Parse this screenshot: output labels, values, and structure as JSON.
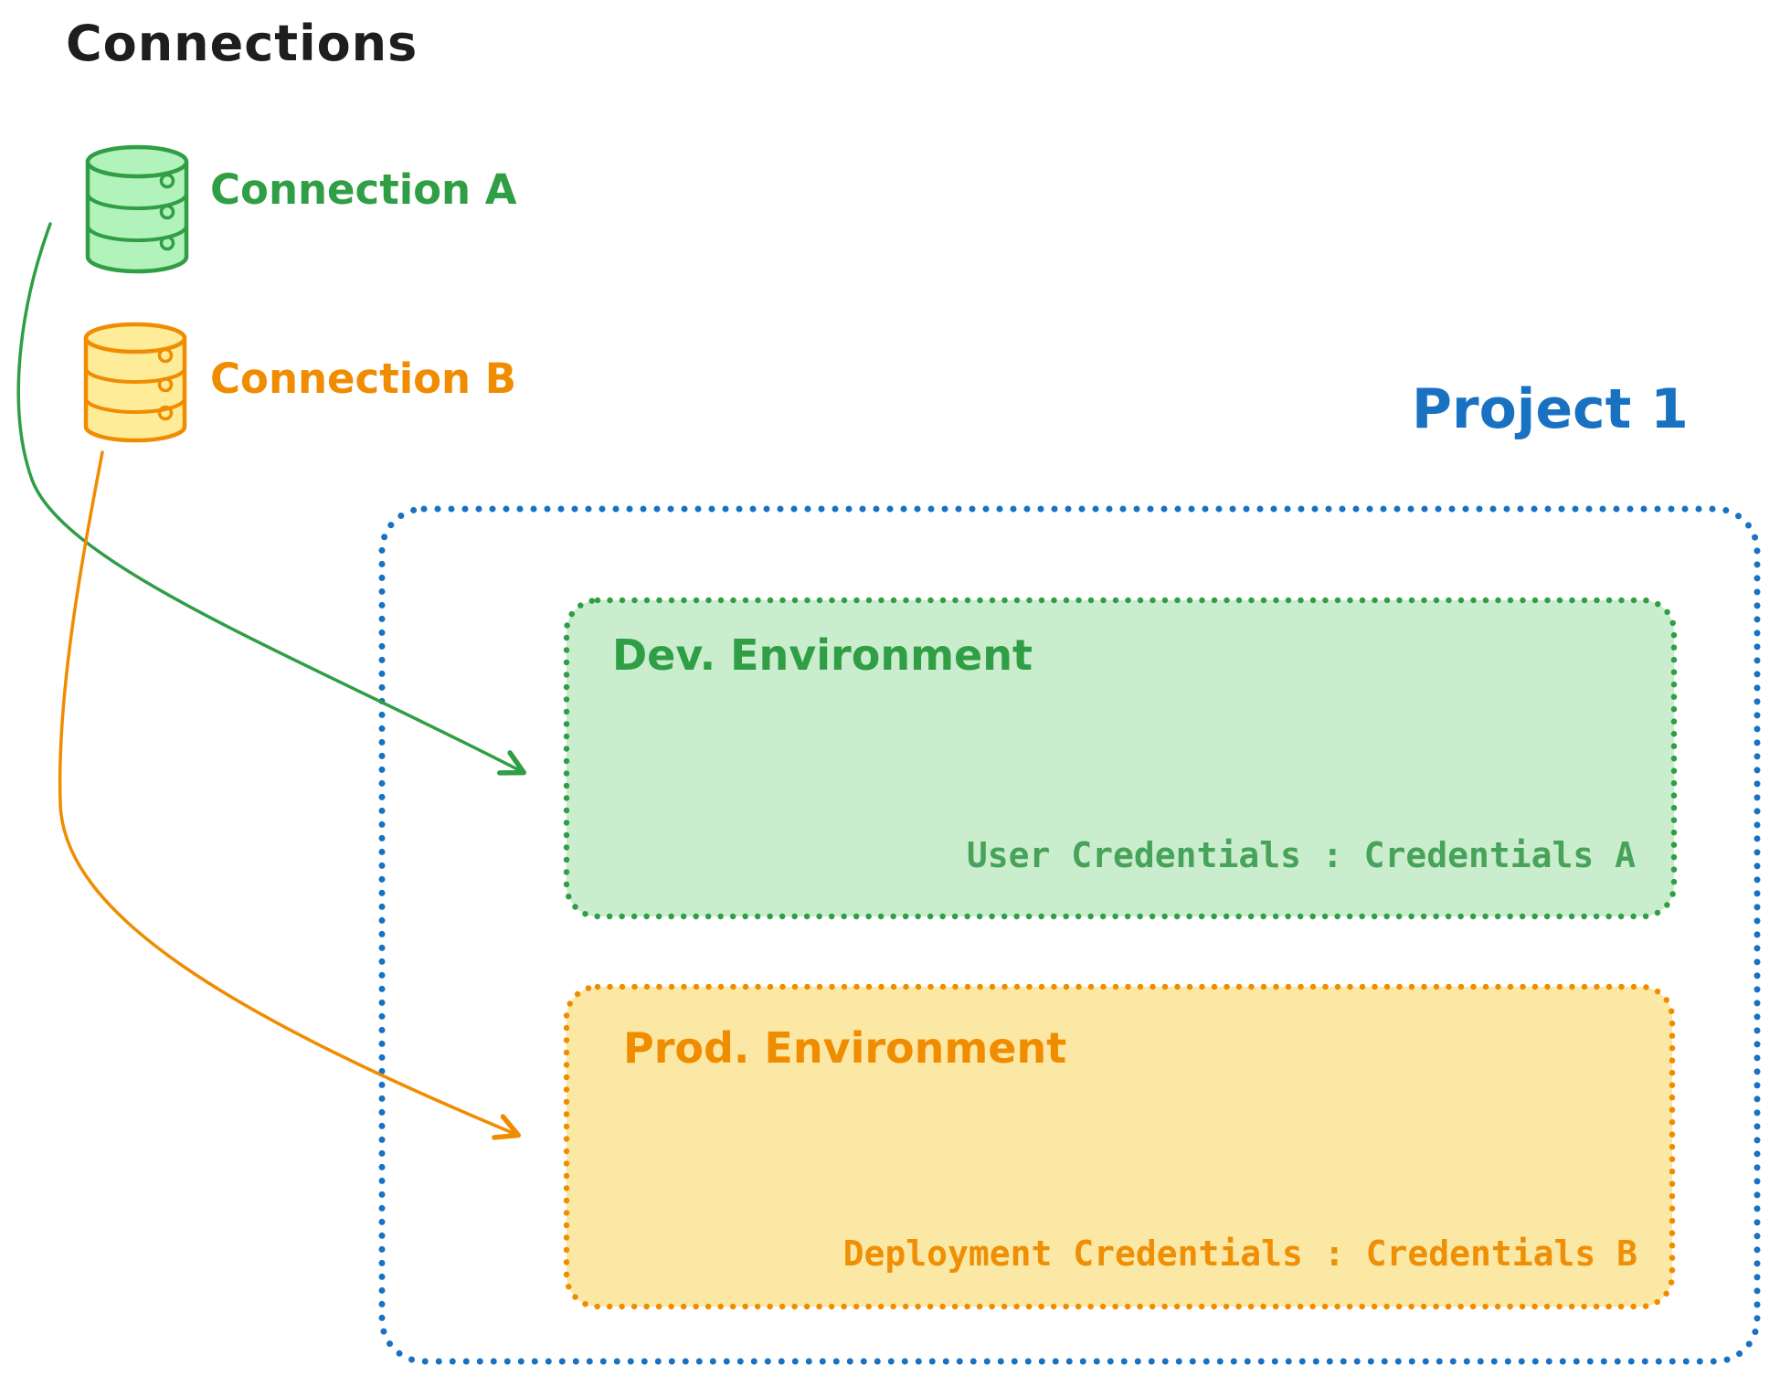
{
  "title": "Connections",
  "connections": [
    {
      "label": "Connection A",
      "icon": "database-icon",
      "color": "#2f9e44",
      "fill": "#b2f2bb"
    },
    {
      "label": "Connection B",
      "icon": "database-icon",
      "color": "#f08c00",
      "fill": "#ffec99"
    }
  ],
  "project": {
    "label": "Project 1",
    "border_color": "#1971c2",
    "environments": [
      {
        "name": "Dev. Environment",
        "credentials_text": "User Credentials : Credentials A",
        "border_color": "#2f9e44",
        "fill_color": "#c9edcd"
      },
      {
        "name": "Prod. Environment",
        "credentials_text": "Deployment Credentials : Credentials B",
        "border_color": "#f08c00",
        "fill_color": "#fbe8a4"
      }
    ]
  },
  "arrows": [
    {
      "from": "Connection A",
      "to": "Dev. Environment",
      "color": "#2f9e44"
    },
    {
      "from": "Connection B",
      "to": "Prod. Environment",
      "color": "#f08c00"
    }
  ]
}
